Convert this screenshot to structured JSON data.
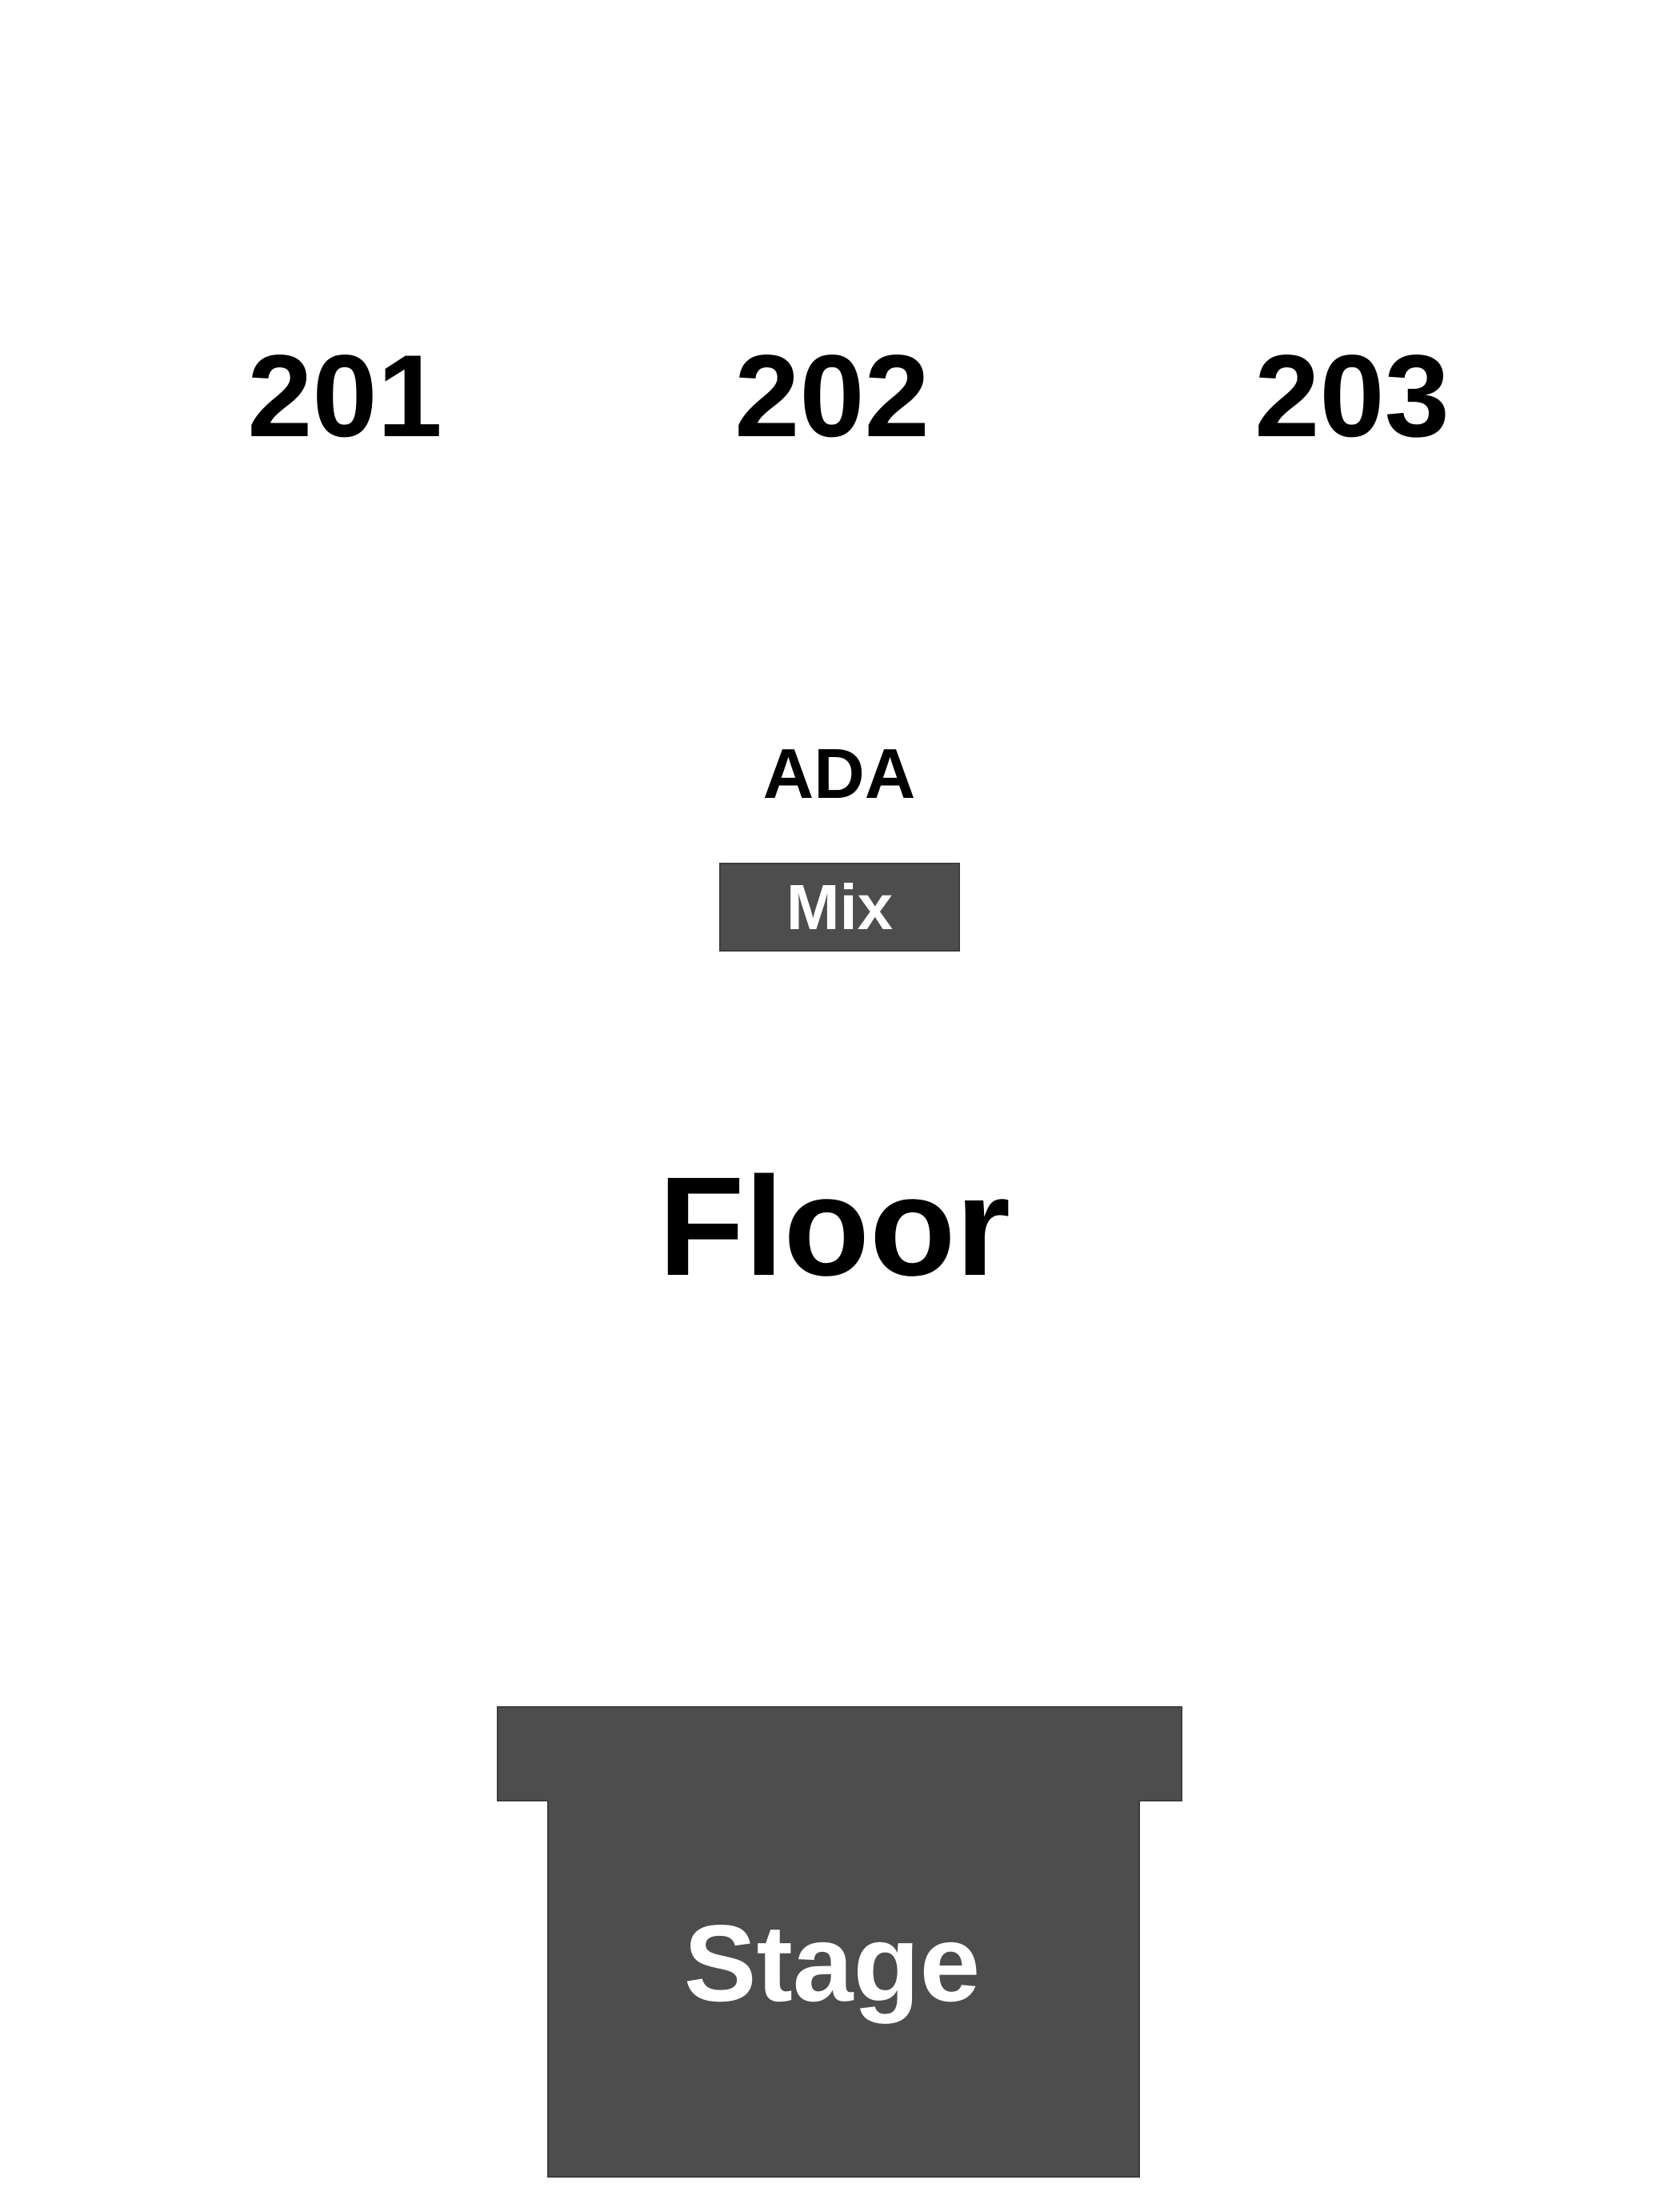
{
  "map": {
    "sections": {
      "s201": "201",
      "s202": "202",
      "s203": "203"
    },
    "ada": "ADA",
    "mix": "Mix",
    "floor": "Floor",
    "stage": "Stage"
  },
  "colors": {
    "stage_fill": "#4d4d4d",
    "mix_fill": "#4d4d4d",
    "label_text": "#000000",
    "inverse_text": "#ffffff",
    "background": "#ffffff"
  }
}
